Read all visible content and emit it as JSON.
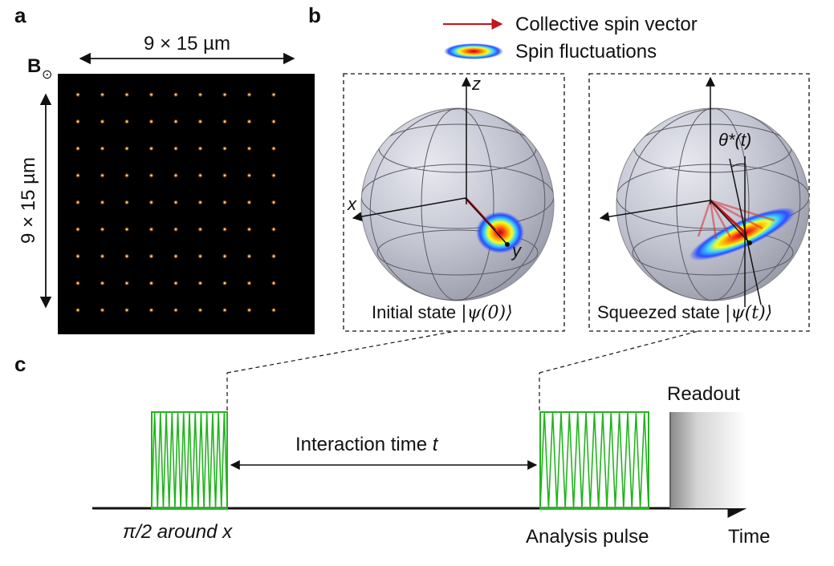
{
  "panel_labels": {
    "a": "a",
    "b": "b",
    "c": "c"
  },
  "panel_a": {
    "width_label": "9 × 15 µm",
    "height_label": "9 × 15 µm",
    "field_label": "B",
    "field_symbol": "⊙",
    "array_rows": 9,
    "array_cols": 9
  },
  "panel_b": {
    "legend": {
      "vector_label": "Collective spin vector",
      "fluctuations_label": "Spin fluctuations"
    },
    "left_sphere": {
      "axis_x": "x",
      "axis_y": "y",
      "axis_z": "z",
      "caption_prefix": "Initial state ",
      "caption_ket": "|ψ(0)⟩"
    },
    "right_sphere": {
      "angle_label": "θ*(t)",
      "caption_prefix": "Squeezed state ",
      "caption_ket": "|ψ(t)⟩"
    }
  },
  "panel_c": {
    "pulse1_label": "π/2 around x",
    "interaction_label": "Interaction time ",
    "interaction_var": "t",
    "pulse2_label": "Analysis pulse",
    "readout_label": "Readout",
    "time_axis_label": "Time"
  },
  "colors": {
    "pulse": "#22b41e",
    "vector": "#c0161c",
    "sphere": "#b9bcc9",
    "image_bg": "#000000",
    "atom": "#ffd48a"
  }
}
